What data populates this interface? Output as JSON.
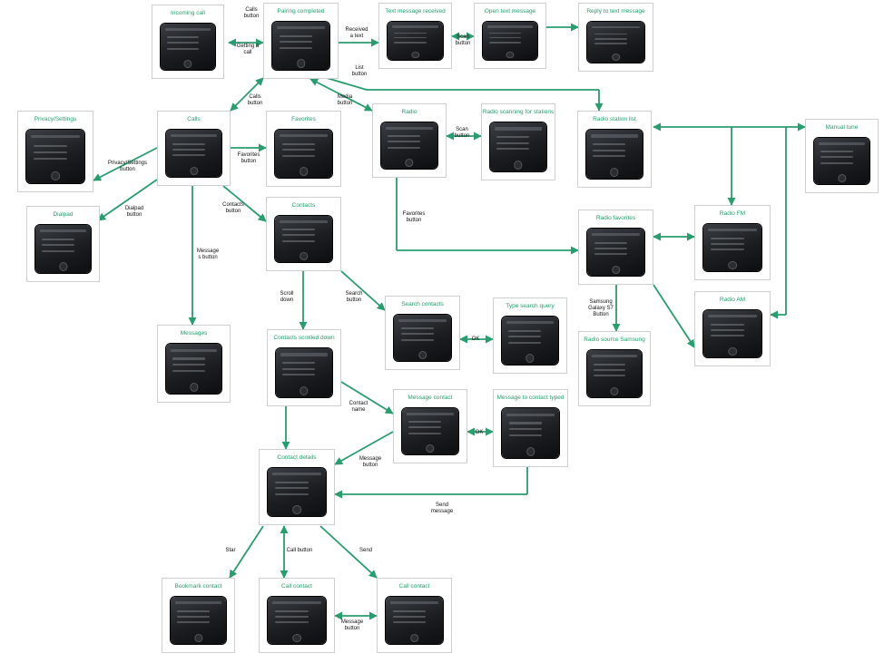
{
  "colors": {
    "edge": "#2a9d6e",
    "title": "#22a06b"
  },
  "nodes": {
    "incoming_call": "Incoming call",
    "pairing_completed": "Pairing completed",
    "text_message_received": "Text message received",
    "open_text_message": "Open text message",
    "reply_to_text_message": "Reply to text message",
    "privacy_settings": "Privacy/Settings",
    "calls": "Calls",
    "favorites": "Favorites",
    "radio": "Radio",
    "radio_scanning": "Radio scanning for stations",
    "radio_station_list": "Radio station list",
    "manual_tune": "Manual tune",
    "dialpad": "Dialpad",
    "contacts": "Contacts",
    "radio_favorites": "Radio favorites",
    "radio_fm": "Radio FM",
    "radio_am": "Radio AM",
    "messages": "Messages",
    "search_contacts": "Search contacts",
    "type_search_query": "Type search query",
    "radio_source_samsung": "Radio source Samsung",
    "contacts_scrolled_down": "Contacts scrolled down",
    "message_contact": "Message contact",
    "message_to_contact_typed": "Message to contact typed",
    "contact_details": "Contact details",
    "bookmark_contact": "Bookmark contact",
    "call_contact_1": "Call contact",
    "call_contact_2": "Call contact"
  },
  "labels": {
    "calls_button_top": "Calls\nbutton",
    "getting_a_call": "Getting a\ncall",
    "received_a_text": "Received\na text",
    "scan_button_top": "Scan\nbutton",
    "list_button": "List\nbutton",
    "calls_button_mid": "Calls\nbutton",
    "media_button": "Media\nbutton",
    "scan_button_mid": "Scan\nbutton",
    "privacy_settings_button": "Privacy/Settings\nbutton",
    "favorites_button": "Favorites\nbutton",
    "dialpad_button": "Dialpad\nbutton",
    "contacts_button": "Contacts\nbutton",
    "radio_favorites_button": "Favorites\nbutton",
    "messages_button": "Message\ns button",
    "scroll_down": "Scroll\ndown",
    "search_button": "Search\nbutton",
    "ok_search": "OK",
    "samsung_button": "Samsung\nGalaxy S7\nButton",
    "contact_name": "Contact\nname",
    "ok_message": "OK",
    "message_button_details": "Message\nbutton",
    "send_message": "Send\nmessage",
    "star": "Star",
    "call_button": "Call button",
    "send": "Send",
    "message_button_bottom": "Message\nbutton"
  }
}
